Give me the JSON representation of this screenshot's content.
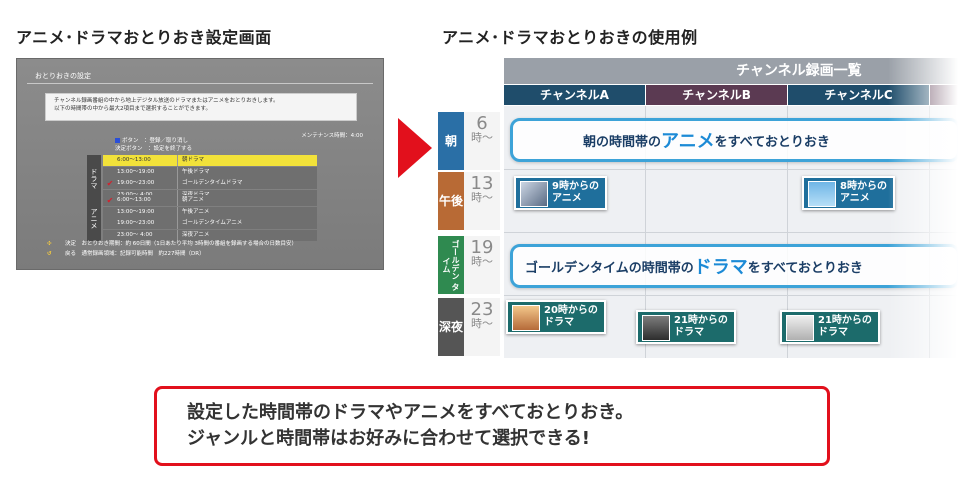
{
  "headings": {
    "left": "アニメ･ドラマおとりおき設定画面",
    "right": "アニメ･ドラマおとりおきの使用例"
  },
  "tv_screen": {
    "title": "おとりおきの設定",
    "info_line1": "チャンネル録画番組の中から地上デジタル放送のドラマまたはアニメをおとりおきします。",
    "info_line2": "以下の時間帯の中から最大2項目まで選択することができます。",
    "maintenance": "メンテナンス時間：4:00",
    "blue_button_help": "ボタン　：登録／取り消し",
    "enter_button_help": "決定ボタン　：設定を終了する",
    "drama_side": "ドラマ",
    "anime_side": "アニメ",
    "drama_rows": [
      {
        "check": "",
        "time": "6:00〜13:00",
        "name": "朝ドラマ",
        "selected": true
      },
      {
        "check": "",
        "time": "13:00〜19:00",
        "name": "午後ドラマ",
        "selected": false
      },
      {
        "check": "✔",
        "time": "19:00〜23:00",
        "name": "ゴールデンタイムドラマ",
        "selected": false
      },
      {
        "check": "",
        "time": "23:00〜 4:00",
        "name": "深夜ドラマ",
        "selected": false
      }
    ],
    "anime_rows": [
      {
        "check": "✔",
        "time": "6:00〜13:00",
        "name": "朝アニメ",
        "selected": false
      },
      {
        "check": "",
        "time": "13:00〜19:00",
        "name": "午後アニメ",
        "selected": false
      },
      {
        "check": "",
        "time": "19:00〜23:00",
        "name": "ゴールデンタイムアニメ",
        "selected": false
      },
      {
        "check": "",
        "time": "23:00〜 4:00",
        "name": "深夜アニメ",
        "selected": false
      }
    ],
    "footer_enter_key": "決定",
    "footer_enter_text": "おとりおき期間：約 60日間（1日あたり平均 3時間の番組を録画する場合の日数目安）",
    "footer_back_key": "戻る",
    "footer_back_text": "通常録画領域：記録可能時間　約227時間（DR）"
  },
  "guide": {
    "header": "チャンネル録画一覧",
    "channels": [
      "チャンネルA",
      "チャンネルB",
      "チャンネルC"
    ],
    "times": [
      {
        "label": "朝",
        "hour": "6",
        "suffix": "時〜",
        "color": "#2a6fa6"
      },
      {
        "label": "午後",
        "hour": "13",
        "suffix": "時〜",
        "color": "#b86a35"
      },
      {
        "label": "ゴールデン タイム",
        "hour": "19",
        "suffix": "時〜",
        "color": "#2f8a50"
      },
      {
        "label": "深夜",
        "hour": "23",
        "suffix": "時〜",
        "color": "#555555"
      }
    ],
    "callout_morning": {
      "pre": "朝の時間帯の",
      "big": "アニメ",
      "post": "をすべておとりおき"
    },
    "callout_golden": {
      "pre": "ゴールデンタイムの時間帯の",
      "big": "ドラマ",
      "post": "をすべておとりおき"
    },
    "badges": [
      {
        "line1": "9時からの",
        "line2": "アニメ"
      },
      {
        "line1": "8時からの",
        "line2": "アニメ"
      },
      {
        "line1": "20時からの",
        "line2": "ドラマ"
      },
      {
        "line1": "21時からの",
        "line2": "ドラマ"
      },
      {
        "line1": "21時からの",
        "line2": "ドラマ"
      }
    ]
  },
  "message": {
    "line1": "設定した時間帯のドラマやアニメをすべておとりおき。",
    "line2": "ジャンルと時間帯はお好みに合わせて選択できる!"
  },
  "colors": {
    "accent_red": "#e2101c",
    "callout_blue": "#3da3d8",
    "selected_row_yellow": "#f2e23a"
  }
}
